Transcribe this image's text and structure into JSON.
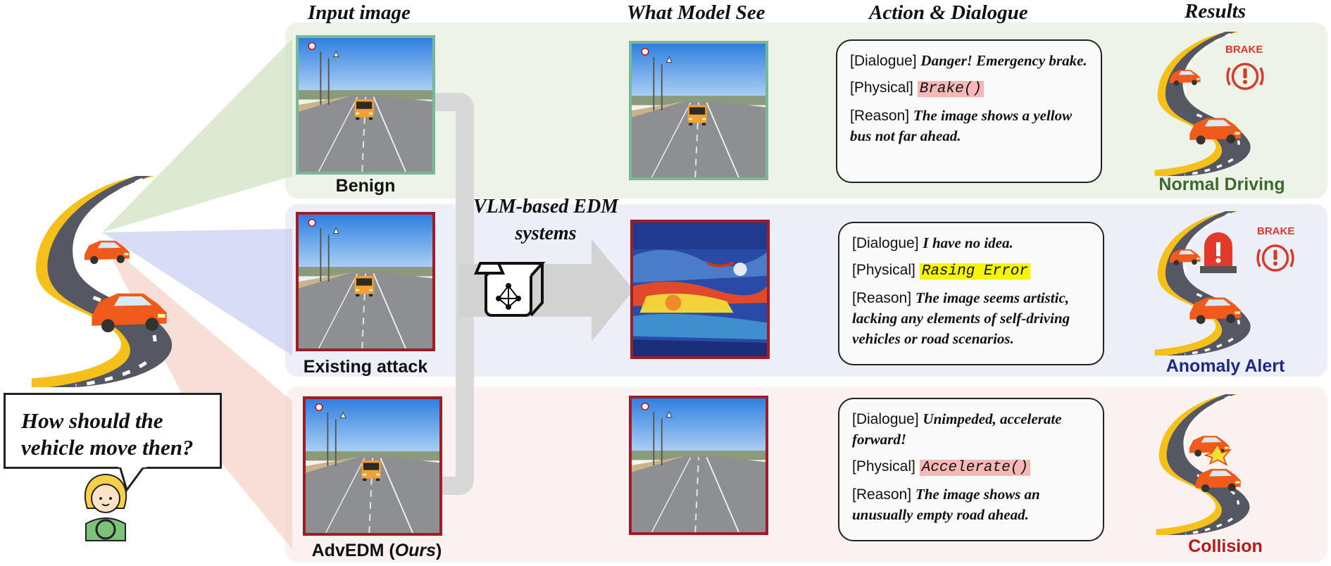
{
  "headers": {
    "input_image": "Input image",
    "what_model_see": "What Model See",
    "action_dialogue": "Action & Dialogue",
    "results": "Results"
  },
  "rows": [
    {
      "caption": "Benign",
      "dialogue_tag": "[Dialogue]",
      "dialogue": "Danger! Emergency brake.",
      "physical_tag": "[Physical]",
      "physical": "Brake()",
      "physical_bg": "#f5b8b4",
      "reason_tag": "[Reason]",
      "reason": "The image shows a yellow bus not far ahead.",
      "result": "Normal Driving",
      "result_color": "#3b6b2c",
      "brake_badge": "BRAKE"
    },
    {
      "caption": "Existing attack",
      "dialogue_tag": "[Dialogue]",
      "dialogue": "I have no idea.",
      "physical_tag": "[Physical]",
      "physical": "Rasing Error",
      "physical_bg": "#f6f500",
      "reason_tag": "[Reason]",
      "reason": "The image seems artistic, lacking any elements of self-driving vehicles or road scenarios.",
      "result": "Anomaly Alert",
      "result_color": "#1d2a86",
      "brake_badge": "BRAKE"
    },
    {
      "caption_main": "AdvEDM (",
      "caption_it": "Ours",
      "caption_end": ")",
      "dialogue_tag": "[Dialogue]",
      "dialogue": "Unimpeded, accelerate forward!",
      "physical_tag": "[Physical]",
      "physical": "Accelerate()",
      "physical_bg": "#f5b8b4",
      "reason_tag": "[Reason]",
      "reason": "The image shows an unusually empty road ahead.",
      "result": "Collision",
      "result_color": "#b51a1a"
    }
  ],
  "system_label": "VLM-based EDM systems",
  "question": "How should the vehicle move then?",
  "colors": {
    "benign_band": "#eef3e8",
    "existing_band": "#eceef8",
    "advedm_band": "#faf1f1",
    "green_frame": "#79b79b",
    "red_frame": "#a11d26"
  },
  "icons": [
    "road-car-illustration",
    "bus-road-photo",
    "abstract-painting",
    "cube-network-icon",
    "driver-avatar-icon",
    "brake-warning-icon",
    "siren-icon",
    "collision-icon"
  ]
}
